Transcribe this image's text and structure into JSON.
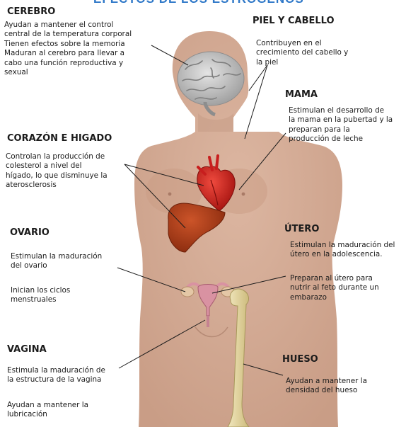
{
  "title": "EFECTOS DE LOS ESTRÓGENOS",
  "colors": {
    "skin": "#d4ab94",
    "skin_shadow": "#c49882",
    "brain": "#b9b9b9",
    "heart": "#c81e1e",
    "liver": "#ad3a16",
    "uterus": "#d992a2",
    "bone": "#e4d6a0",
    "leader_line": "#1b1b1b",
    "title": "#2f78c8"
  },
  "sections": {
    "cerebro": {
      "heading": "CEREBRO",
      "lines": [
        "Ayudan a mantener el control",
        "central de la temperatura corporal",
        "Tienen efectos sobre la memoria",
        "Maduran al cerebro para llevar a",
        "cabo una función reproductiva y",
        "sexual"
      ]
    },
    "piel": {
      "heading": "PIEL Y CABELLO",
      "lines": [
        "Contribuyen en el",
        "crecimiento del cabello y",
        "la piel"
      ]
    },
    "mama": {
      "heading": "MAMA",
      "lines": [
        "Estimulan el desarrollo de",
        "la mama en la pubertad y la",
        "preparan para la",
        "producción de leche"
      ]
    },
    "corazon": {
      "heading": "CORAZÓN E HIGADO",
      "lines": [
        "Controlan la producción de",
        "colesterol a nivel del",
        "hígado, lo que disminuye la",
        "aterosclerosis"
      ]
    },
    "ovario": {
      "heading": "OVARIO",
      "lines1": [
        "Estimulan la maduración",
        "del ovario"
      ],
      "lines2": [
        "Inician los ciclos",
        "menstruales"
      ]
    },
    "utero": {
      "heading": "ÚTERO",
      "lines1": [
        "Estimulan la maduración del",
        "útero en la adolescencia."
      ],
      "lines2": [
        "Preparan al útero para",
        "nutrir al feto durante un",
        "embarazo"
      ]
    },
    "vagina": {
      "heading": "VAGINA",
      "lines1": [
        "Estimula la maduración de",
        "la estructura de la vagina"
      ],
      "lines2": [
        "Ayudan a mantener la",
        "lubricación"
      ]
    },
    "hueso": {
      "heading": "HUESO",
      "lines": [
        "Ayudan a mantener la",
        "densidad del hueso"
      ]
    }
  }
}
